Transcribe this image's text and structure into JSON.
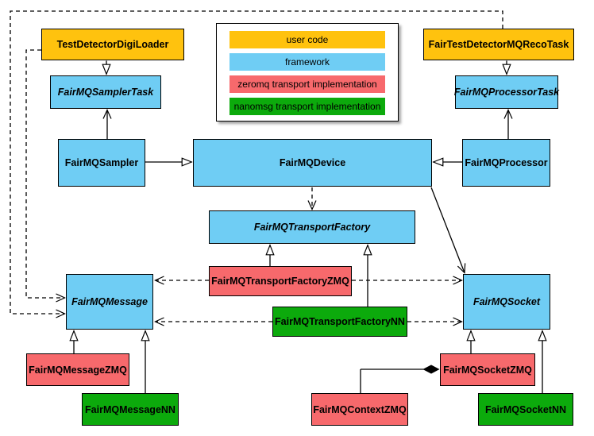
{
  "colors": {
    "user_code": "#FFC20E",
    "framework": "#6FCDF4",
    "zeromq": "#F7696C",
    "nanomsg": "#0CAA0C"
  },
  "legend": {
    "items": [
      {
        "label": "user code",
        "color": "#FFC20E"
      },
      {
        "label": "framework",
        "color": "#6FCDF4"
      },
      {
        "label": "zeromq transport implementation",
        "color": "#F7696C"
      },
      {
        "label": "nanomsg transport implementation",
        "color": "#0CAA0C"
      }
    ]
  },
  "nodes": {
    "digi_loader": {
      "label": "TestDetectorDigiLoader",
      "category": "user_code",
      "abstract": false
    },
    "reco_task": {
      "label": "FairTestDetectorMQRecoTask",
      "category": "user_code",
      "abstract": false
    },
    "sampler_task": {
      "label": "FairMQSamplerTask",
      "category": "framework",
      "abstract": true
    },
    "processor_task": {
      "label": "FairMQProcessorTask",
      "category": "framework",
      "abstract": true
    },
    "sampler": {
      "label": "FairMQSampler",
      "category": "framework",
      "abstract": false
    },
    "device": {
      "label": "FairMQDevice",
      "category": "framework",
      "abstract": false
    },
    "processor": {
      "label": "FairMQProcessor",
      "category": "framework",
      "abstract": false
    },
    "transport_factory": {
      "label": "FairMQTransportFactory",
      "category": "framework",
      "abstract": true
    },
    "transport_factory_zmq": {
      "label": "FairMQTransportFactoryZMQ",
      "category": "zeromq",
      "abstract": false
    },
    "transport_factory_nn": {
      "label": "FairMQTransportFactoryNN",
      "category": "nanomsg",
      "abstract": false
    },
    "message": {
      "label": "FairMQMessage",
      "category": "framework",
      "abstract": true
    },
    "socket": {
      "label": "FairMQSocket",
      "category": "framework",
      "abstract": true
    },
    "message_zmq": {
      "label": "FairMQMessageZMQ",
      "category": "zeromq",
      "abstract": false
    },
    "message_nn": {
      "label": "FairMQMessageNN",
      "category": "nanomsg",
      "abstract": false
    },
    "context_zmq": {
      "label": "FairMQContextZMQ",
      "category": "zeromq",
      "abstract": false
    },
    "socket_zmq": {
      "label": "FairMQSocketZMQ",
      "category": "zeromq",
      "abstract": false
    },
    "socket_nn": {
      "label": "FairMQSocketNN",
      "category": "nanomsg",
      "abstract": false
    }
  },
  "edges": [
    {
      "from": "digi_loader",
      "to": "sampler_task",
      "type": "inheritance"
    },
    {
      "from": "reco_task",
      "to": "processor_task",
      "type": "inheritance"
    },
    {
      "from": "sampler",
      "to": "device",
      "type": "inheritance"
    },
    {
      "from": "processor",
      "to": "device",
      "type": "inheritance"
    },
    {
      "from": "transport_factory_zmq",
      "to": "transport_factory",
      "type": "inheritance"
    },
    {
      "from": "transport_factory_nn",
      "to": "transport_factory",
      "type": "inheritance"
    },
    {
      "from": "message_zmq",
      "to": "message",
      "type": "inheritance"
    },
    {
      "from": "message_nn",
      "to": "message",
      "type": "inheritance"
    },
    {
      "from": "socket_zmq",
      "to": "socket",
      "type": "inheritance"
    },
    {
      "from": "socket_nn",
      "to": "socket",
      "type": "inheritance"
    },
    {
      "from": "sampler",
      "to": "sampler_task",
      "type": "association"
    },
    {
      "from": "processor",
      "to": "processor_task",
      "type": "association"
    },
    {
      "from": "device",
      "to": "socket",
      "type": "association"
    },
    {
      "from": "device",
      "to": "transport_factory",
      "type": "dependency"
    },
    {
      "from": "transport_factory_zmq",
      "to": "message",
      "type": "dependency"
    },
    {
      "from": "transport_factory_zmq",
      "to": "socket",
      "type": "dependency"
    },
    {
      "from": "transport_factory_nn",
      "to": "message",
      "type": "dependency"
    },
    {
      "from": "transport_factory_nn",
      "to": "socket",
      "type": "dependency"
    },
    {
      "from": "digi_loader",
      "to": "message",
      "type": "dependency"
    },
    {
      "from": "reco_task",
      "to": "message",
      "type": "dependency"
    },
    {
      "from": "socket_zmq",
      "to": "context_zmq",
      "type": "composition"
    }
  ]
}
